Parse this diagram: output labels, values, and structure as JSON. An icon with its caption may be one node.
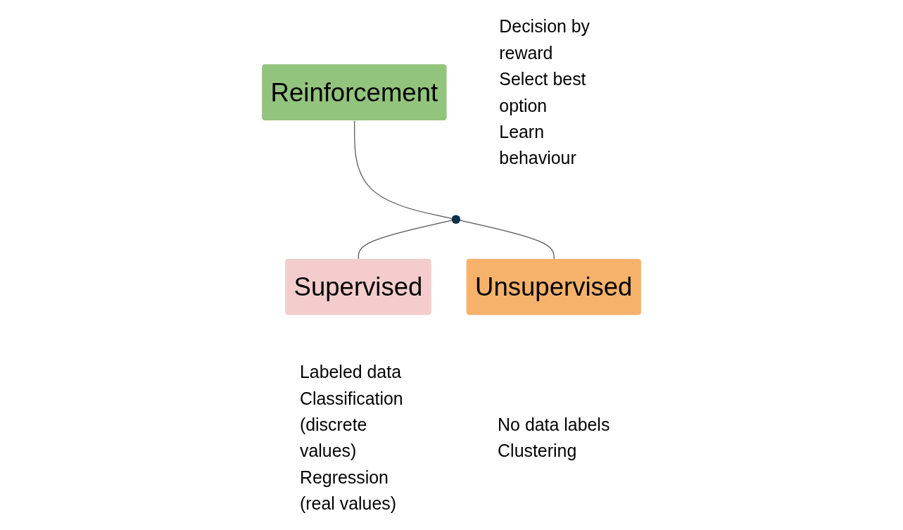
{
  "diagram": {
    "nodes": [
      {
        "text": [
          "Reinforcement"
        ],
        "beside": [
          "Decision by reward",
          "Select best option",
          "Learn behaviour"
        ]
      },
      {
        "text": [],
        "shape": "circle"
      },
      {
        "text": [
          "Supervised"
        ],
        "beside": [
          "Labeled data",
          "Classification (discrete values)",
          "Regression (real values)"
        ]
      },
      {
        "text": [
          "Unsupervised"
        ],
        "beside": [
          "No data labels",
          "Clustering"
        ]
      }
    ],
    "edges": [
      {
        "from": 0,
        "to": 1,
        "arrow": "none"
      },
      {
        "from": 1,
        "to": 2,
        "arrow": "none"
      },
      {
        "from": 1,
        "to": 3,
        "arrow": "none"
      }
    ]
  }
}
